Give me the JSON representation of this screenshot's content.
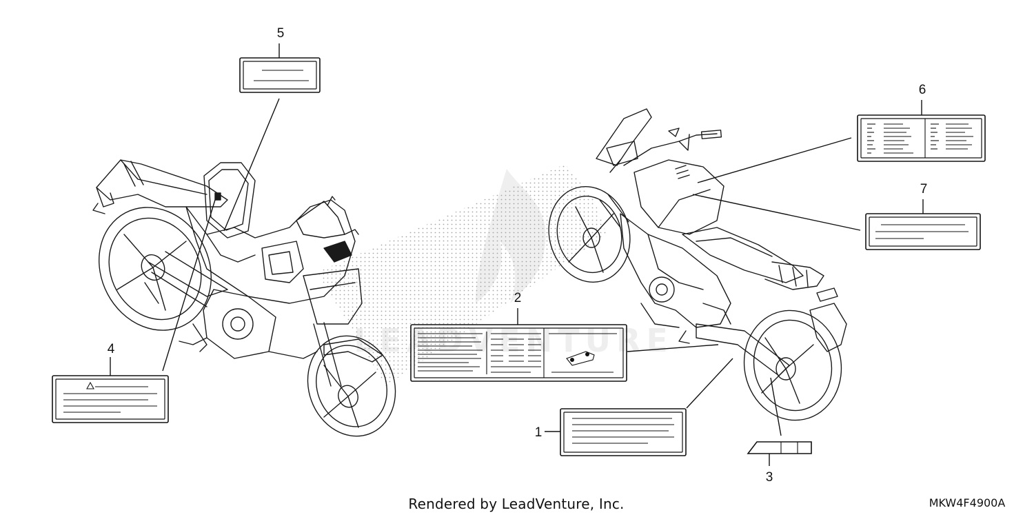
{
  "callouts": [
    {
      "id": "1",
      "label": "1"
    },
    {
      "id": "2",
      "label": "2"
    },
    {
      "id": "3",
      "label": "3"
    },
    {
      "id": "4",
      "label": "4"
    },
    {
      "id": "5",
      "label": "5"
    },
    {
      "id": "6",
      "label": "6"
    },
    {
      "id": "7",
      "label": "7"
    }
  ],
  "footer": {
    "credit": "Rendered by LeadVenture, Inc.",
    "diagram_code": "MKW4F4900A"
  },
  "watermark": {
    "text": "LEADVENTURE"
  }
}
